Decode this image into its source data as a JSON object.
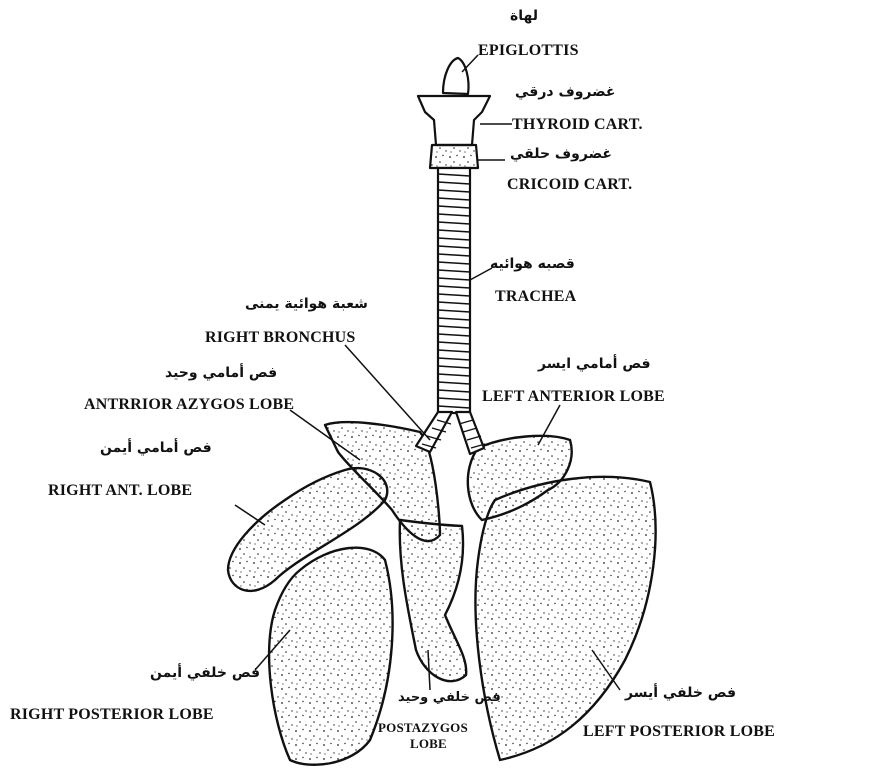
{
  "labels": {
    "epiglottis_ar": "لهاة",
    "epiglottis_en": "EPIGLOTTIS",
    "thyroid_ar": "غضروف درقي",
    "thyroid_en": "THYROID CART.",
    "cricoid_ar": "غضروف حلقي",
    "cricoid_en": "CRICOID CART.",
    "trachea_ar": "قصبه هوائيه",
    "trachea_en": "TRACHEA",
    "right_bronchus_ar": "شعبة هوائية يمنى",
    "right_bronchus_en": "RIGHT   BRONCHUS",
    "azygos_ar": "فص أمامي وحيد",
    "azygos_en": "ANTRRIOR AZYGOS LOBE",
    "left_anterior_ar": "فص أمامي ايسر",
    "left_anterior_en": "LEFT ANTERIOR LOBE",
    "right_anterior_ar": "فص أمامي أيمن",
    "right_anterior_en": "RIGHT ANT. LOBE",
    "right_posterior_ar": "فص خلفي أيمن",
    "right_posterior_en": "RIGHT POSTERIOR LOBE",
    "post_azygos_ar": "فص خلفي وحيد",
    "post_azygos_en_1": "POSTAZYGOS",
    "post_azygos_en_2": "LOBE",
    "left_posterior_ar": "فص خلفي أيسر",
    "left_posterior_en": "LEFT    POSTERIOR LOBE"
  }
}
